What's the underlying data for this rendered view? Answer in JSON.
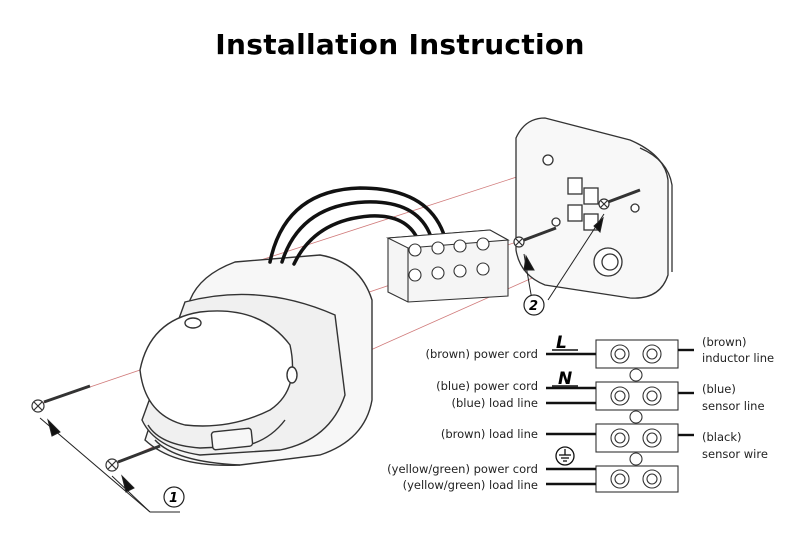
{
  "title": "Installation Instruction",
  "steps": {
    "one": "1",
    "two": "2"
  },
  "terminal_symbols": {
    "live": "L",
    "neutral": "N",
    "earth": "earth-ground-icon"
  },
  "left_labels": [
    "(brown) power cord",
    "(blue) power cord",
    "(blue) load line",
    "(brown) load line",
    "(yellow/green) power cord",
    "(yellow/green) load line"
  ],
  "right_labels": [
    "(brown)",
    "inductor line",
    "(blue)",
    "sensor line",
    "(black)",
    "sensor wire"
  ],
  "colors": {
    "line": "#333333",
    "guide": "#d07a7a",
    "wire": "#111111"
  }
}
